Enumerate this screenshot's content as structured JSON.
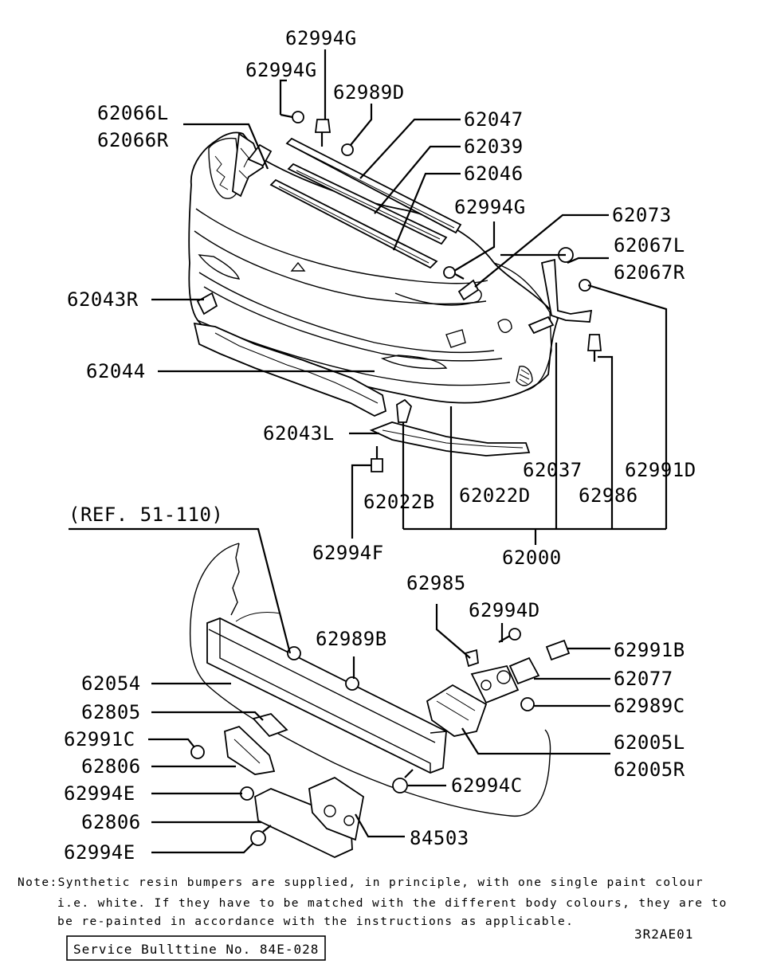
{
  "labels": {
    "p62994G_top": "62994G",
    "p62994G_second": "62994G",
    "p62989D": "62989D",
    "p62066L": "62066L",
    "p62066R": "62066R",
    "p62047": "62047",
    "p62039": "62039",
    "p62046": "62046",
    "p62994G_right": "62994G",
    "p62073": "62073",
    "p62067L": "62067L",
    "p62067R": "62067R",
    "p62043R": "62043R",
    "p62044": "62044",
    "p62043L": "62043L",
    "p62037": "62037",
    "p62991D": "62991D",
    "p62022B": "62022B",
    "p62022D": "62022D",
    "p62986": "62986",
    "p62000": "62000",
    "p62994F": "62994F",
    "ref": "(REF. 51-110)",
    "p62985": "62985",
    "p62994D": "62994D",
    "p62989B": "62989B",
    "p62991B": "62991B",
    "p62077": "62077",
    "p62054": "62054",
    "p62989C": "62989C",
    "p62805": "62805",
    "p62991C": "62991C",
    "p62005L": "62005L",
    "p62806_upper": "62806",
    "p62005R": "62005R",
    "p62994C": "62994C",
    "p62994E_upper": "62994E",
    "p62806_lower": "62806",
    "p84503": "84503",
    "p62994E_lower": "62994E"
  },
  "note": {
    "line1": "Note:Synthetic resin bumpers are supplied, in principle, with one single paint colour",
    "line2": "i.e. white. If they have to be matched with the different body colours, they are to",
    "line3": "be re-painted in accordance with the instructions as applicable."
  },
  "footer": {
    "service_bulletin": "Service Bullttine No. 84E-028",
    "diagram_code": "3R2AE01"
  }
}
